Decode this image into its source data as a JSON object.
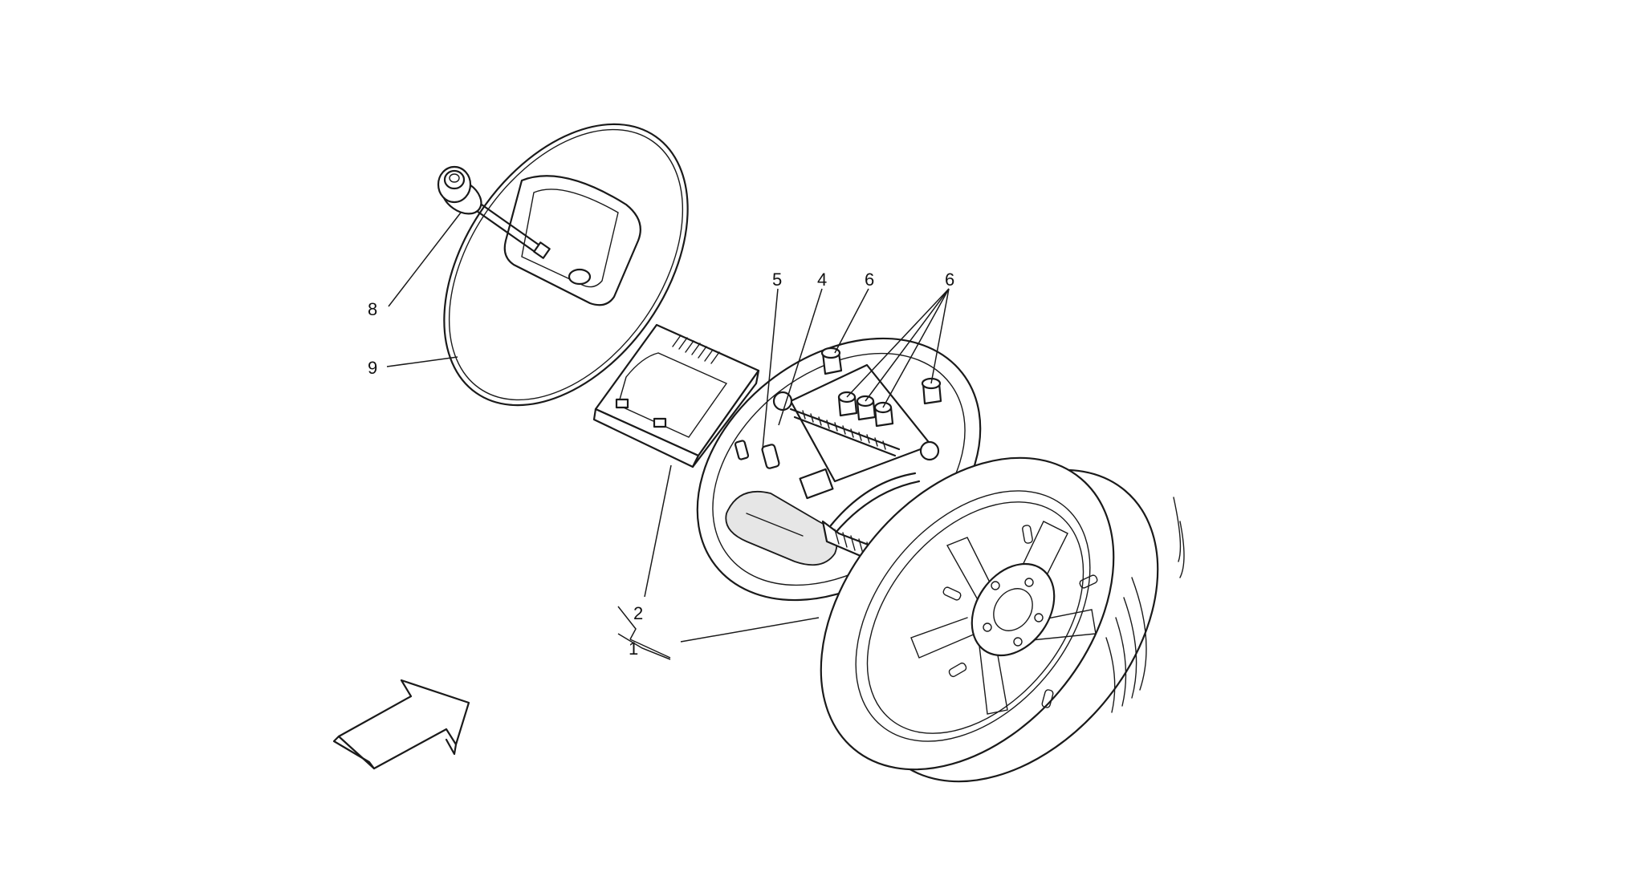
{
  "callouts": {
    "c1": "1",
    "c2": "2",
    "c4": "4",
    "c5": "5",
    "c6a": "6",
    "c6b": "6",
    "c8": "8",
    "c9": "9"
  },
  "icons": {
    "view_arrow": "direction-arrow-icon"
  }
}
